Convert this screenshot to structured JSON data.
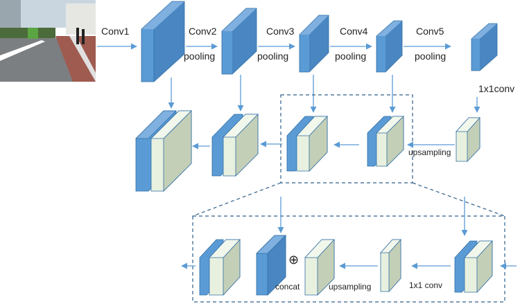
{
  "encoder": {
    "conv1": "Conv1",
    "conv2": "Conv2",
    "conv3": "Conv3",
    "conv4": "Conv4",
    "conv5": "Conv5",
    "pooling": "pooling",
    "conv_1x1": "1x1conv"
  },
  "decoder": {
    "upsampling": "upsampling"
  },
  "detail": {
    "conv_1x1": "1x1 conv",
    "upsampling": "upsampling",
    "concat": "concat",
    "plus_symbol": "⊕"
  },
  "colors": {
    "blue_feature_map": "#5b9bd5",
    "light_feature_map": "#dde9d5",
    "arrow": "#5b9bd5",
    "dashed_box": "#2e5f8a"
  }
}
